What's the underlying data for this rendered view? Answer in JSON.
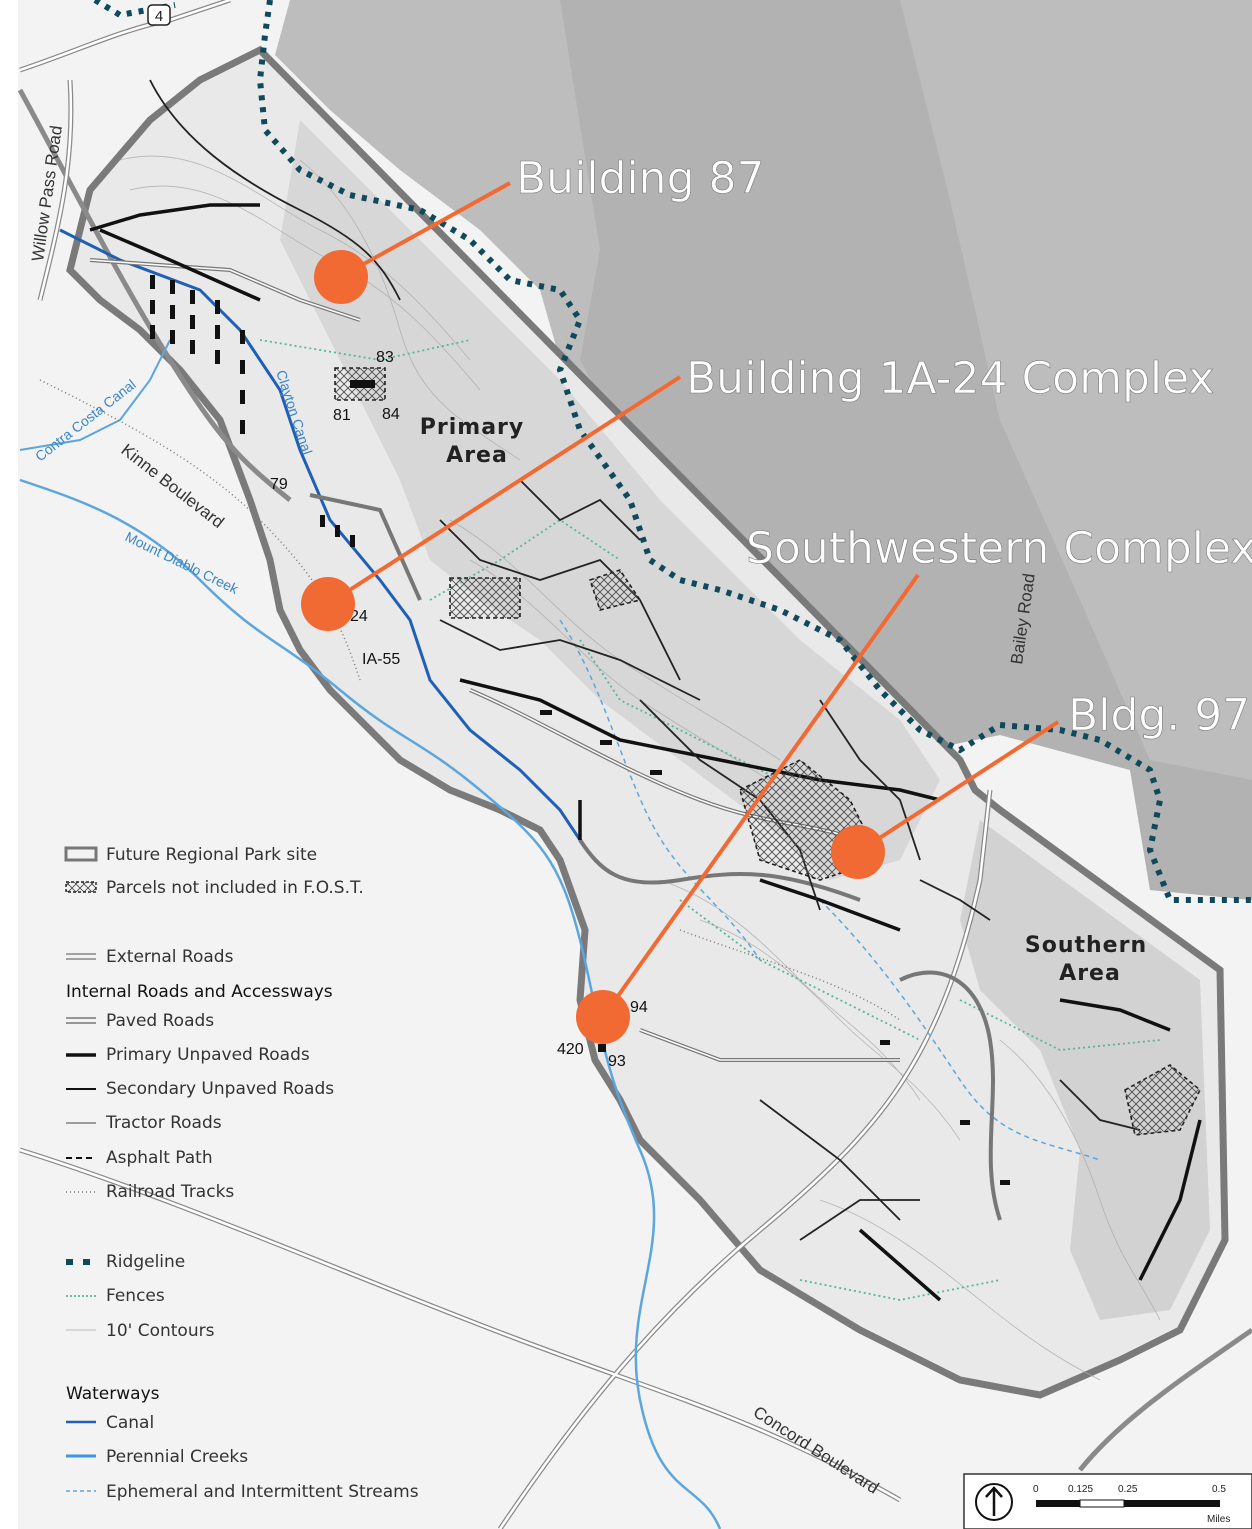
{
  "colors": {
    "marker": "#f26a33",
    "hills": "#b9b9b9",
    "ridgeline": "#0e4a5c",
    "canal": "#1f5fb5",
    "creek": "#5aa6dd"
  },
  "callouts": [
    {
      "id": "building-87",
      "label": "Building 87"
    },
    {
      "id": "building-1a24",
      "label": "Building 1A-24 Complex"
    },
    {
      "id": "southwestern",
      "label": "Southwestern Complex"
    },
    {
      "id": "bldg-97",
      "label": "Bldg. 97"
    }
  ],
  "areas": {
    "primary": [
      "Primary",
      "Area"
    ],
    "southern": [
      "Southern",
      "Area"
    ]
  },
  "roads": {
    "willow_pass": "Willow Pass Road",
    "kinne": "Kinne Boulevard",
    "bailey": "Bailey Road",
    "concord": "Concord Boulevard",
    "route_4": "4"
  },
  "waterway_labels": {
    "contra_costa": "Contra Costa Canal",
    "clayton": "Clayton Canal",
    "mount_diablo": "Mount Diablo Creek"
  },
  "building_numbers": [
    "83",
    "81",
    "84",
    "79",
    "24",
    "IA-55",
    "94",
    "420",
    "93"
  ],
  "legend": {
    "site": "Future Regional Park site",
    "parcels": "Parcels not included in F.O.S.T.",
    "external": "External Roads",
    "internal_head": "Internal Roads and Accessways",
    "paved": "Paved Roads",
    "primary_unpaved": "Primary Unpaved Roads",
    "secondary_unpaved": "Secondary Unpaved Roads",
    "tractor": "Tractor Roads",
    "asphalt": "Asphalt Path",
    "railroad": "Railroad Tracks",
    "ridgeline": "Ridgeline",
    "fences": "Fences",
    "contours": "10' Contours",
    "waterways_head": "Waterways",
    "canal": "Canal",
    "perennial": "Perennial Creeks",
    "ephemeral": "Ephemeral and Intermittent Streams"
  },
  "scale": {
    "ticks": [
      "0",
      "0.125",
      "0.25",
      "0.5"
    ],
    "unit": "Miles"
  }
}
